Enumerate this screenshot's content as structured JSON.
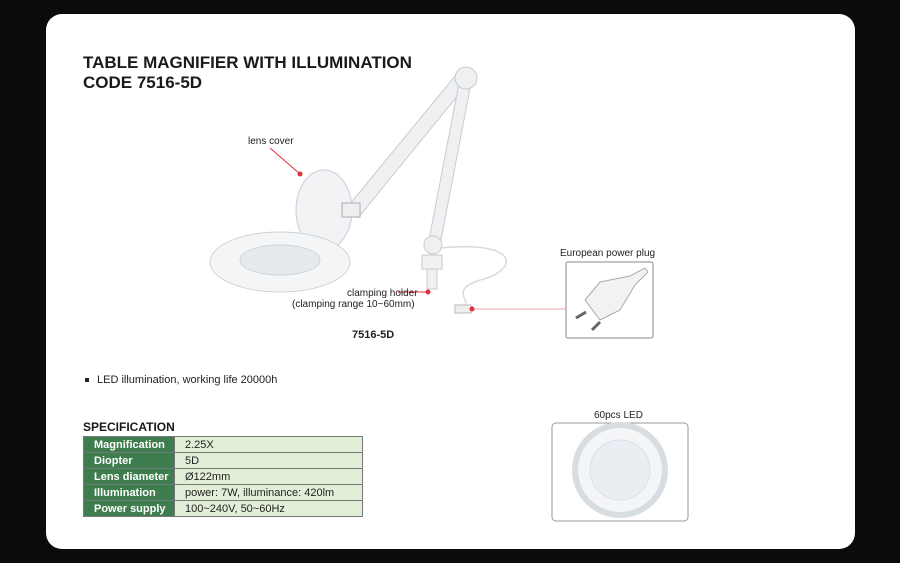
{
  "title_line1": "TABLE MAGNIFIER WITH ILLUMINATION",
  "title_line2": "CODE 7516-5D",
  "labels": {
    "lens_cover": "lens cover",
    "clamping_holder": "clamping holder",
    "clamping_range": "(clamping range 10~60mm)",
    "power_plug": "European power plug",
    "model": "7516-5D",
    "led": "60pcs LED"
  },
  "feature": "LED illumination, working life 20000h",
  "spec_heading": "SPECIFICATION",
  "specs": [
    {
      "key": "Magnification",
      "value": "2.25X"
    },
    {
      "key": "Diopter",
      "value": "5D"
    },
    {
      "key": "Lens diameter",
      "value": "Ø122mm"
    },
    {
      "key": "Illumination",
      "value": "power: 7W, illuminance: 420lm"
    },
    {
      "key": "Power supply",
      "value": "100~240V, 50~60Hz"
    }
  ],
  "colors": {
    "header_green": "#3e7d4d",
    "cell_green": "#e2efd8",
    "pointer_red": "#e0303a"
  }
}
